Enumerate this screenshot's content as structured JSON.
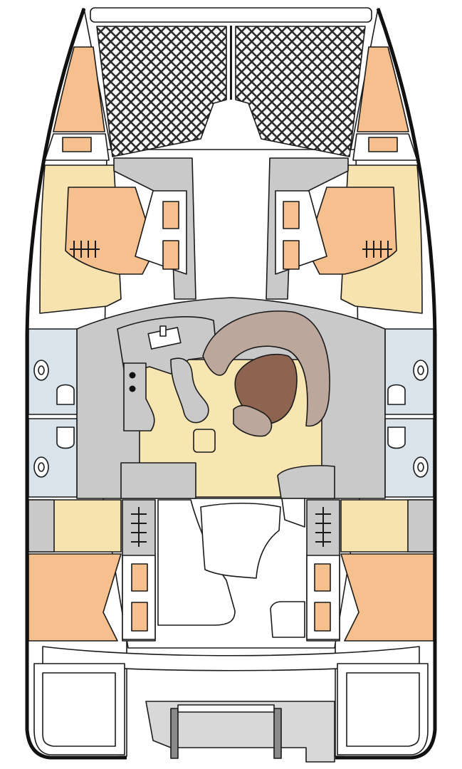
{
  "diagram": {
    "kind": "catamaran-layout-plan",
    "colors": {
      "cabin_berth": "#f5c08d",
      "cabin_floor": "#f6e3b0",
      "saloon_floor": "#f7e5b2",
      "bathroom": "#d9e3ec",
      "furniture": "#c9c9c9",
      "saloon_seat": "#bca79c",
      "saloon_table": "#8e6450",
      "trampoline": "#2b2b2b",
      "hull_outline": "#111111",
      "deck": "#ffffff"
    },
    "icons": [
      "trampoline-net",
      "hatch",
      "ladder",
      "toilet",
      "sink",
      "saloon-table",
      "helm-station"
    ]
  }
}
